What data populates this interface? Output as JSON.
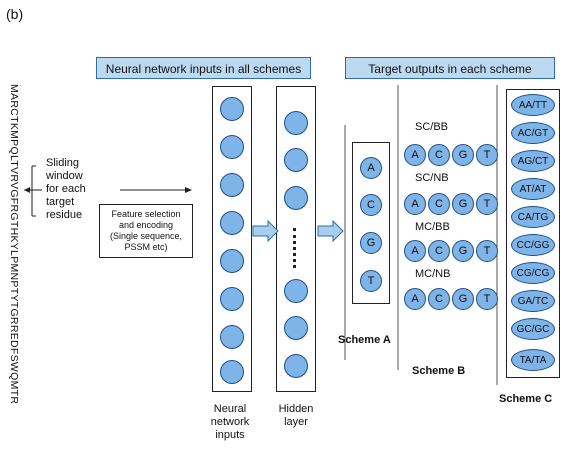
{
  "panel_label": "(b)",
  "sequence": "MARCTKMPQLTVRVGFRGTHKYLPMNPTYTGRREDFSWQMTR",
  "window": {
    "label_lines": [
      "Sliding",
      "window",
      "for each",
      "target",
      "residue"
    ]
  },
  "feature_box": {
    "lines": [
      "Feature selection",
      "and encoding",
      "(Single sequence,",
      "PSSM etc)"
    ]
  },
  "headers": {
    "inputs": "Neural network inputs in all schemes",
    "outputs": "Target outputs in each scheme"
  },
  "columns": {
    "input_label_lines": [
      "Neural",
      "network",
      "inputs"
    ],
    "hidden_label_lines": [
      "Hidden",
      "layer"
    ]
  },
  "scheme_a": {
    "title": "Scheme A",
    "nodes": [
      "A",
      "C",
      "G",
      "T"
    ]
  },
  "scheme_b": {
    "title": "Scheme B",
    "rows": [
      {
        "label": "SC/BB",
        "nodes": [
          "A",
          "C",
          "G",
          "T"
        ]
      },
      {
        "label": "SC/NB",
        "nodes": [
          "A",
          "C",
          "G",
          "T"
        ]
      },
      {
        "label": "MC/BB",
        "nodes": [
          "A",
          "C",
          "G",
          "T"
        ]
      },
      {
        "label": "MC/NB",
        "nodes": [
          "A",
          "C",
          "G",
          "T"
        ]
      }
    ]
  },
  "scheme_c": {
    "title": "Scheme C",
    "nodes": [
      "AA/TT",
      "AC/GT",
      "AG/CT",
      "AT/AT",
      "CA/TG",
      "CC/GG",
      "CG/CG",
      "GA/TC",
      "GC/GC",
      "TA/TA"
    ]
  },
  "colors": {
    "node_fill": "#7eb4e8",
    "header_fill": "#bcd9f0",
    "arrow_fill": "#a9cdee"
  }
}
